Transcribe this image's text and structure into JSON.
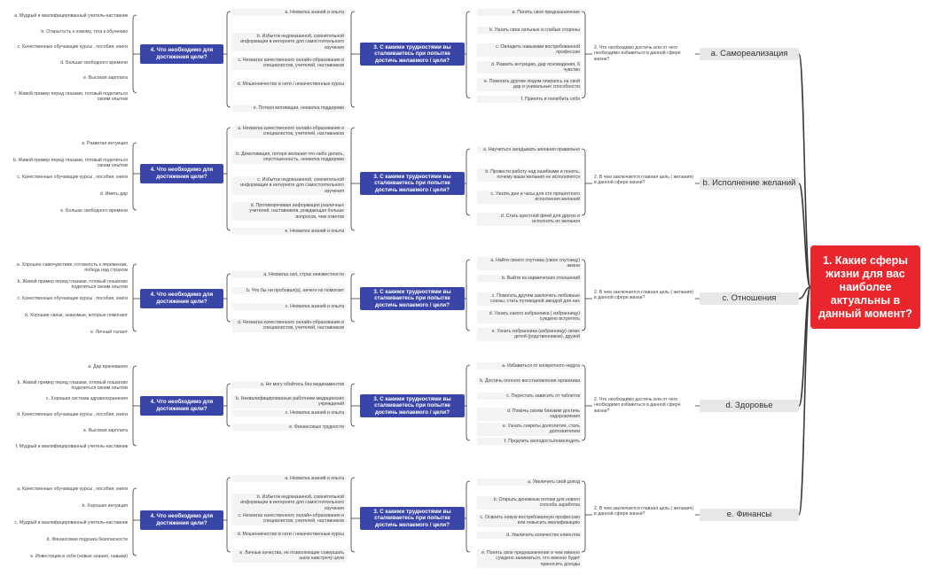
{
  "root": {
    "label": "1. Какие сферы жизни для вас наиболее актуальны в данный момент?"
  },
  "colors": {
    "root": "#e8262c",
    "question": "#3a45a8",
    "topic": "#e7e7e7",
    "line": "#3a3a3a"
  },
  "branches": [
    {
      "topic": "a. Самореализация",
      "q2": "2. Что необходимо достичь или от чего необходимо избавиться в данной сфере жизни?",
      "goals": [
        "a. Понять свое предназначение",
        "b. Узнать свои сильные и слабые стороны",
        "c. Овладеть навыками востребованной профессии",
        "d. Развить интуицию, дар ясновидения, 6 чувство",
        "e. Помогать другим людям опираясь на свой дар и уникальные способности",
        "f. Принять и полюбить себя"
      ],
      "q3": "3. С какими трудностями вы сталкиваетесь при попытке достичь желаемого / цели?",
      "difficulties": [
        "a. Нехватка знаний и опыта",
        "b. Избыток недоказанной, сомнительной информации в интернете для самостоятельного изучения",
        "c. Нехватка качественного онлайн-образования и специалистов, учителей, наставников",
        "d. Мошенничество в сети / некачественные курсы",
        "e. Потеря мотивации, нехватка поддержки"
      ],
      "q4": "4. Что необходимо для достижения цели?",
      "needs": [
        "a. Мудрый и квалифицированный учитель-наставник",
        "b. Открытость к новому, тяга к обучению",
        "c. Качественные обучающие курсы , пособия, книги",
        "d. Больше свободного времени",
        "e. Высокая зарплата",
        "f. Живой пример перед глазами, готовый поделиться своим опытом"
      ]
    },
    {
      "topic": "b. Исполнение желаний",
      "q2": "2. В чем заключается главная цель ( желания) в данной сфере жизни?",
      "goals": [
        "a. Научиться загадывать желания правильно",
        "b. Провести работу над ошибками и понять, почему ваши желания не исполняются",
        "c. Узнать дни и часы для сто процентного исполнения желаний",
        "d. Стать крестной феей для других и исполнять их желания"
      ],
      "q3": "3. С какими трудностями вы сталкиваетесь при попытке достичь желаемого / цели?",
      "difficulties": [
        "a. Нехватка качественного онлайн-образования и специалистов, учителей, наставников",
        "b. Демотивация, потеря желания что-либо делать, опустошенность, нехватка поддержки",
        "c. Избыток недоказанной, сомнительной информации в интернете для самостоятельного изучения",
        "d. Противоречивая информация различных учителей, наставников, рождающая больше вопросов, чем ответов",
        "e. Нехватка знаний и опыта"
      ],
      "q4": "4. Что необходимо для достижения цели?",
      "needs": [
        "a. Развитая интуиция",
        "b. Живой пример перед глазами, готовый поделиться своим опытом",
        "c. Качественные обучающие курсы , пособия, книги",
        "d. Иметь дар",
        "e. Больше свободного времени"
      ]
    },
    {
      "topic": "c. Отношения",
      "q2": "2. В чем заключается главная цель ( желания) в данной сфере жизни?",
      "goals": [
        "a. Найти своего спутника (свою спутницу) жизни",
        "b. Выйти из кармических отношений",
        "c. Помогать другим заключать любовные союзы, стать путеводной звездой для них",
        "d. Узнать какого избранника ( избранницу) суждено встретить",
        "e. Узнать избранника (избранницу) своих детей (родственников), друзей"
      ],
      "q3": "3. С какими трудностями вы сталкиваетесь при попытке достичь желаемого / цели?",
      "difficulties": [
        "a. Нехватка сил, страх неизвестности",
        "b. Что бы ни пробовал(а), ничего не помогает",
        "c. Нехватка знаний и опыта",
        "d. Нехватка качественного онлайн-образования и специалистов, учителей, наставников"
      ],
      "q4": "4. Что необходимо для достижения цели?",
      "needs": [
        "a. Хорошее самочувствие, готовность к переменам, победа над страхом",
        "b. Живой пример перед глазами, готовый пошагово поделиться своим опытом",
        "c. Качественные обучающие курсы , пособия, книги",
        "d. Хорошие связи, знакомые, которые помогают",
        "e. Личный талант"
      ]
    },
    {
      "topic": "d. Здоровье",
      "q2": "2. Что необходимо достичь или от чего необходимо избавиться в данной сфере жизни?",
      "goals": [
        "a. Избавиться от конкретного недуга",
        "b. Достичь полного восстановления организма",
        "c. Перестать зависить от таблеток",
        "d. Помочь своим близким достичь оздоровления",
        "e. Узнать секреты долголетия, стать долгожителем",
        "f. Продлить молодость/помолодеть"
      ],
      "q3": "3. С какими трудностями вы сталкиваетесь при попытке достичь желаемого / цели?",
      "difficulties": [
        "a. Не могу обойтись без медикаментов",
        "b. Неквалифицированные работники медицинских учреждений",
        "c. Нехватка знаний и опыта",
        "e. Финансовые трудности"
      ],
      "q4": "4. Что необходимо для достижения цели?",
      "needs": [
        "a. Дар врачевания",
        "b. Живой пример перед глазами, готовый пошагово поделиться своим опытом",
        "c. Хорошая система здравоохранения",
        "d. Качественные обучающие курсы , пособия, книги",
        "e. Высокая зарплата",
        "f. Мудрый и квалифицированный учитель-наставник"
      ]
    },
    {
      "topic": "e. Финансы",
      "q2": "2. В чем заключается главная цель ( желания) в данной сфере жизни?",
      "goals": [
        "a. Увеличить свой доход",
        "b. Открыть денежные потоки для нового способа заработка",
        "c. Освоить новую востребованную профессию или повысить квалификацию",
        "d. Увеличить количество клиентов",
        "e. Понять свое предназначение и чем именно суждено заниматься, что именно будет приносить доходы"
      ],
      "q3": "3. С какими трудностями вы сталкиваетесь при попытке достичь желаемого / цели?",
      "difficulties": [
        "a. Нехватка знаний и опыта",
        "b. Избыток недоказанной, сомнительной информации в интернете для самостоятельного изучения",
        "c. Нехватка качественного онлайн-образования и специалистов, учителей, наставников",
        "d. Мошенничество в сети / некачественные курсы",
        "e. Личные качества, не позволяющие совершать шаги навстречу цели"
      ],
      "q4": "4. Что необходимо для достижения цели?",
      "needs": [
        "a. Качественные обучающие курсы , пособия, книги",
        "b. Хорошая интуиция",
        "c. Мудрый и квалифицированный учитель-наставник",
        "d. Финансовая подушка безопасности",
        "e. Инвестиции в себя (новые знания, навыки)"
      ]
    }
  ]
}
